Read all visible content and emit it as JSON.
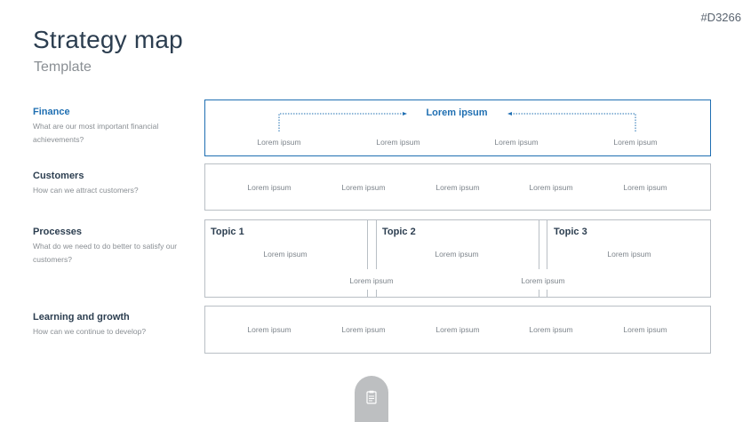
{
  "doc_code": "#D3266",
  "title": "Strategy map",
  "subtitle": "Template",
  "rows": {
    "finance": {
      "title": "Finance",
      "description": "What are our most important financial achievements?",
      "headline": "Lorem ipsum",
      "items": [
        "Lorem ipsum",
        "Lorem ipsum",
        "Lorem ipsum",
        "Lorem ipsum"
      ]
    },
    "customers": {
      "title": "Customers",
      "description": "How can we attract customers?",
      "items": [
        "Lorem ipsum",
        "Lorem ipsum",
        "Lorem ipsum",
        "Lorem ipsum",
        "Lorem ipsum"
      ]
    },
    "processes": {
      "title": "Processes",
      "description": "What do we need to do better to satisfy our customers?",
      "topics": [
        {
          "title": "Topic 1",
          "item": "Lorem ipsum"
        },
        {
          "title": "Topic 2",
          "item": "Lorem ipsum"
        },
        {
          "title": "Topic 3",
          "item": "Lorem ipsum"
        }
      ],
      "bridges": [
        "Lorem ipsum",
        "Lorem ipsum"
      ]
    },
    "learning": {
      "title": "Learning and growth",
      "description": "How can we continue to develop?",
      "items": [
        "Lorem ipsum",
        "Lorem ipsum",
        "Lorem ipsum",
        "Lorem ipsum",
        "Lorem ipsum"
      ]
    }
  },
  "colors": {
    "accent": "#1f6fb2",
    "heading": "#2c3e50",
    "muted": "#8a8f94",
    "border": "#b9bfc5"
  },
  "icons": {
    "notes": "clipboard-icon"
  }
}
